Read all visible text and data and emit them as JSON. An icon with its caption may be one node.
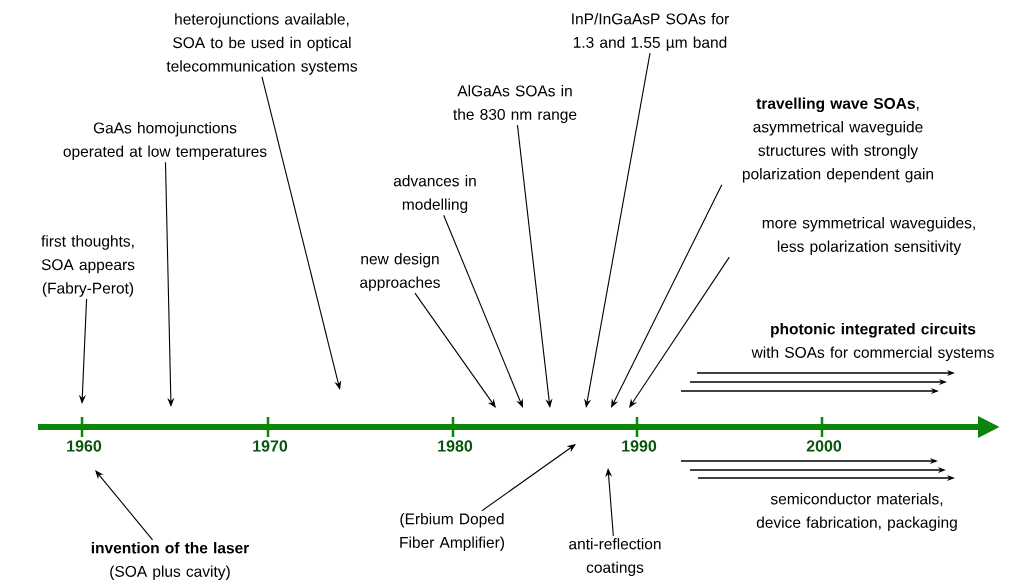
{
  "diagram": {
    "nodes": [
      {
        "text": [
          "first thoughts, SOA appears (Fabry-Perot)"
        ]
      },
      {
        "text": [
          "GaAs homojunctions operated at low temperatures"
        ]
      },
      {
        "text": [
          "heterojunctions available, SOA to be used in optical telecommunication systems"
        ]
      },
      {
        "text": [
          "InP/InGaAsP SOAs for 1.3 and 1.55 µm band"
        ]
      },
      {
        "text": [
          "AlGaAs SOAs in the 830 nm range"
        ]
      },
      {
        "text": [
          "advances in modelling"
        ]
      },
      {
        "text": [
          "new design approaches"
        ]
      },
      {
        "text": [
          "**travelling wave SOAs**, asymmetrical waveguide structures with strongly polarization dependent gain"
        ]
      },
      {
        "text": [
          "more symmetrical waveguides, less polarization sensitivity"
        ]
      },
      {
        "text": [
          "photonic integrated circuits",
          "with SOAs for commercial systems"
        ]
      },
      {
        "text": [
          "semiconductor materials, device fabrication, packaging"
        ]
      },
      {
        "text": [
          "(Erbium Doped Fiber Amplifier)"
        ]
      },
      {
        "text": [
          "anti-reflection coatings"
        ]
      },
      {
        "text": [
          "invention of the laser",
          "(SOA plus cavity)"
        ]
      }
    ],
    "edges": [
      {
        "from": 0,
        "to": null,
        "arrow": "to"
      },
      {
        "from": 1,
        "to": null,
        "arrow": "to"
      },
      {
        "from": 2,
        "to": null,
        "arrow": "to"
      },
      {
        "from": 3,
        "to": null,
        "arrow": "to"
      },
      {
        "from": 4,
        "to": null,
        "arrow": "to"
      },
      {
        "from": 5,
        "to": null,
        "arrow": "to"
      },
      {
        "from": 6,
        "to": null,
        "arrow": "to"
      },
      {
        "from": 7,
        "to": null,
        "arrow": "to"
      },
      {
        "from": 8,
        "to": null,
        "arrow": "to"
      },
      {
        "from": 11,
        "to": null,
        "arrow": "to"
      },
      {
        "from": 12,
        "to": null,
        "arrow": "to"
      },
      {
        "from": 13,
        "to": null,
        "arrow": "to"
      }
    ],
    "labels": [
      "1960",
      "1970",
      "1980",
      "1990",
      "2000"
    ]
  }
}
